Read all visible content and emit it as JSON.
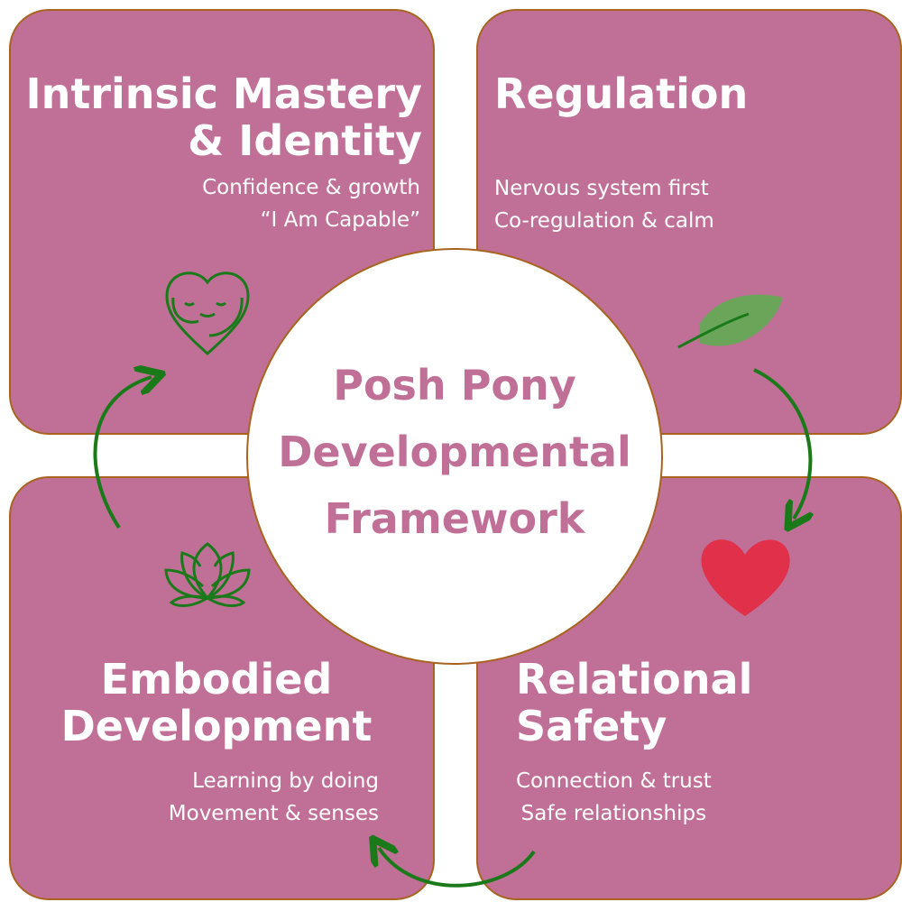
{
  "center_title": [
    "Posh Pony",
    "Developmental",
    "Framework"
  ],
  "quadrants": {
    "top_left": {
      "title": [
        "Intrinsic Mastery",
        "& Identity"
      ],
      "lines": [
        "Confidence & growth",
        "“I Am Capable”"
      ],
      "icon": "heart-hug-icon"
    },
    "top_right": {
      "title": [
        "Regulation"
      ],
      "lines": [
        "Nervous system first",
        "Co-regulation & calm"
      ],
      "icon": "leaf-icon"
    },
    "bottom_right": {
      "title": [
        "Relational",
        "Safety"
      ],
      "lines": [
        "Connection & trust",
        "Safe relationships"
      ],
      "icon": "heart-icon"
    },
    "bottom_left": {
      "title": [
        "Embodied",
        "Development"
      ],
      "lines": [
        "Learning by doing",
        "Movement & senses"
      ],
      "icon": "lotus-icon"
    }
  },
  "colors": {
    "panel": "#c07096",
    "border": "#a8641f",
    "arrow": "#1a7a1a",
    "text_center": "#c07096"
  }
}
